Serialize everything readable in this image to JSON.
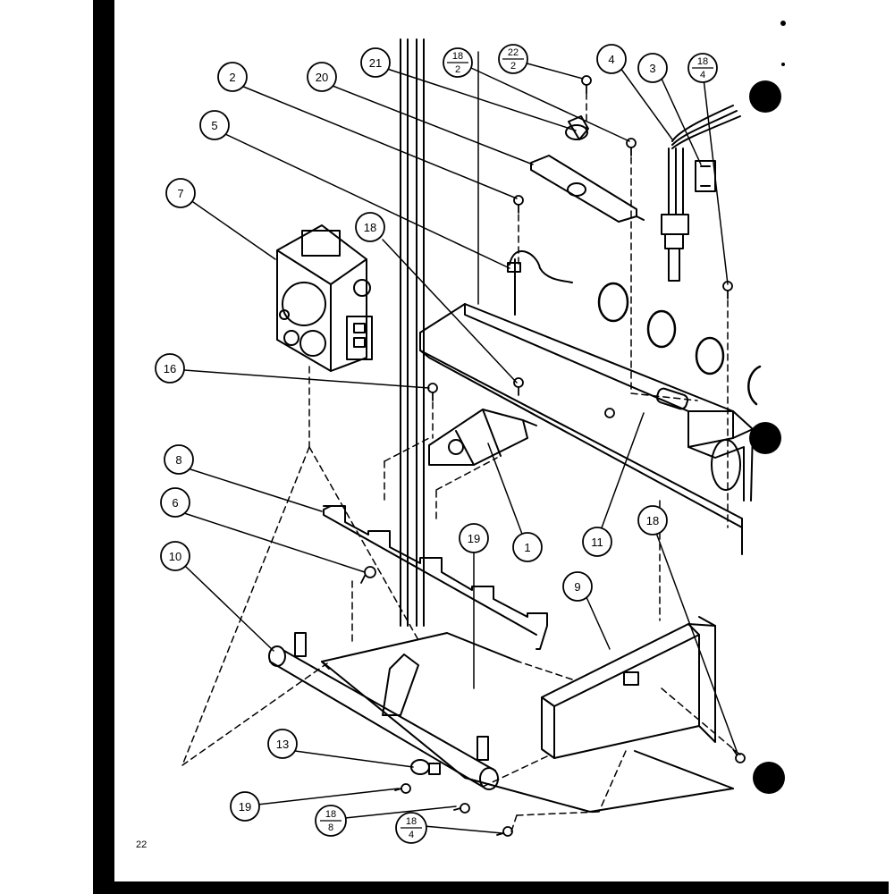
{
  "page_number": "22",
  "callouts": {
    "c2": "2",
    "c20": "20",
    "c21": "21",
    "c18a_top": "18",
    "c18a_bot": "2",
    "c22_top": "22",
    "c22_bot": "2",
    "c4": "4",
    "c3": "3",
    "c18b_top": "18",
    "c18b_bot": "4",
    "c5": "5",
    "c7": "7",
    "c18c": "18",
    "c16": "16",
    "c8": "8",
    "c6": "6",
    "c10": "10",
    "c19a": "19",
    "c1": "1",
    "c11": "11",
    "c18d": "18",
    "c9": "9",
    "c13": "13",
    "c19b": "19",
    "c18e_top": "18",
    "c18e_bot": "8",
    "c18f_top": "18",
    "c18f_bot": "4"
  },
  "colors": {
    "ink": "#000000",
    "paper": "#ffffff"
  }
}
